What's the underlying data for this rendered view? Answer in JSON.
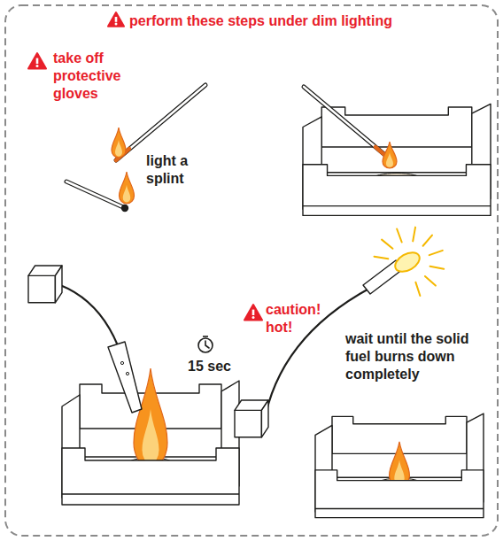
{
  "diagram": {
    "labels": [
      "perform these steps under dim lighting",
      "take off protective gloves",
      "light a splint",
      "15 sec",
      "caution! hot!",
      "wait until the solid fuel burns down completely"
    ]
  }
}
